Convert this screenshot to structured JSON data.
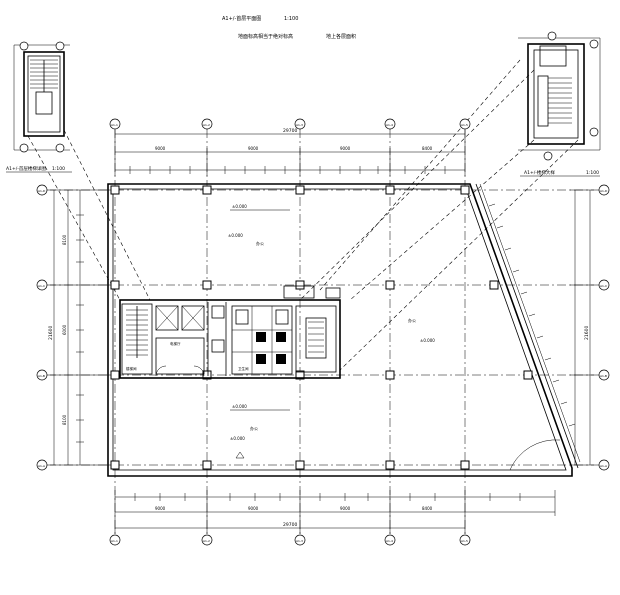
{
  "titles": {
    "main_title": "A1+/-首层平面图",
    "main_scale": "1:100",
    "note_left": "地面标高相当于绝对标高",
    "note_right": "地上各层面积",
    "top_right_title": "A1+/-楼梯大样",
    "top_right_scale": "1:100",
    "left_detail_title": "A1+/-首层楼梯详图",
    "left_detail_scale": "1:100"
  },
  "axes": {
    "columns": [
      "A1-1",
      "A1-2",
      "A1-3",
      "A1-4",
      "A1-5"
    ],
    "rows": [
      "A1-D",
      "A1-C",
      "A1-B",
      "A1-A"
    ]
  },
  "dimensions": {
    "overall_top": "29700",
    "overall_bottom": "29700",
    "top_spans": [
      "9000",
      "9000",
      "9000",
      "8400"
    ],
    "bottom_spans": [
      "9000",
      "9000",
      "9000",
      "8400"
    ],
    "left_overall": "21600",
    "right_overall": "21600",
    "left_spans": [
      "8100",
      "6000",
      "8100"
    ]
  },
  "rooms": {
    "stair": "楼梯间",
    "elevator_hall": "电梯厅",
    "toilet": "卫生间",
    "office": "办公"
  },
  "notes": {
    "upper_note": "±0.000",
    "level": "±0.000",
    "lower_note": "±0.000"
  }
}
